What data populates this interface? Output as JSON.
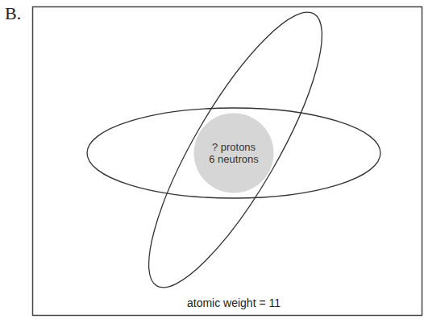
{
  "diagram": {
    "nodes": [
      {
        "text": [
          "? protons",
          "6 neutrons"
        ]
      }
    ],
    "labels": [
      "B.",
      "atomic weight = 11"
    ]
  }
}
